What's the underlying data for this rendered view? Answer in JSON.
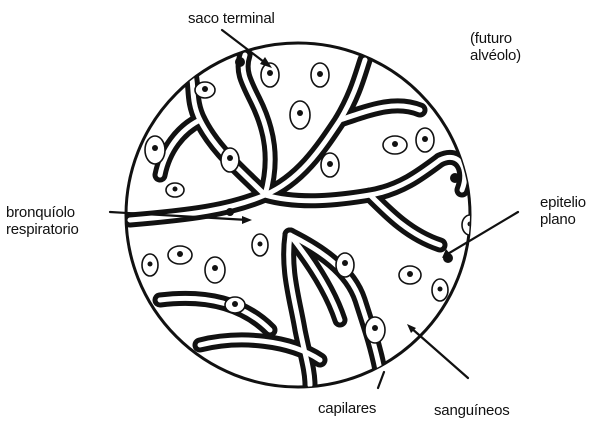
{
  "labels": {
    "saco_terminal": "saco terminal",
    "futuro_line1": "(futuro",
    "futuro_line2": "alvéolo)",
    "bronquiolo_line1": "bronquíolo",
    "bronquiolo_line2": "respiratorio",
    "epitelio_line1": "epitelio",
    "epitelio_line2": "plano",
    "capilares": "capilares",
    "sanguineos": "sanguíneos"
  },
  "colors": {
    "ink": "#111111",
    "background": "#ffffff"
  }
}
